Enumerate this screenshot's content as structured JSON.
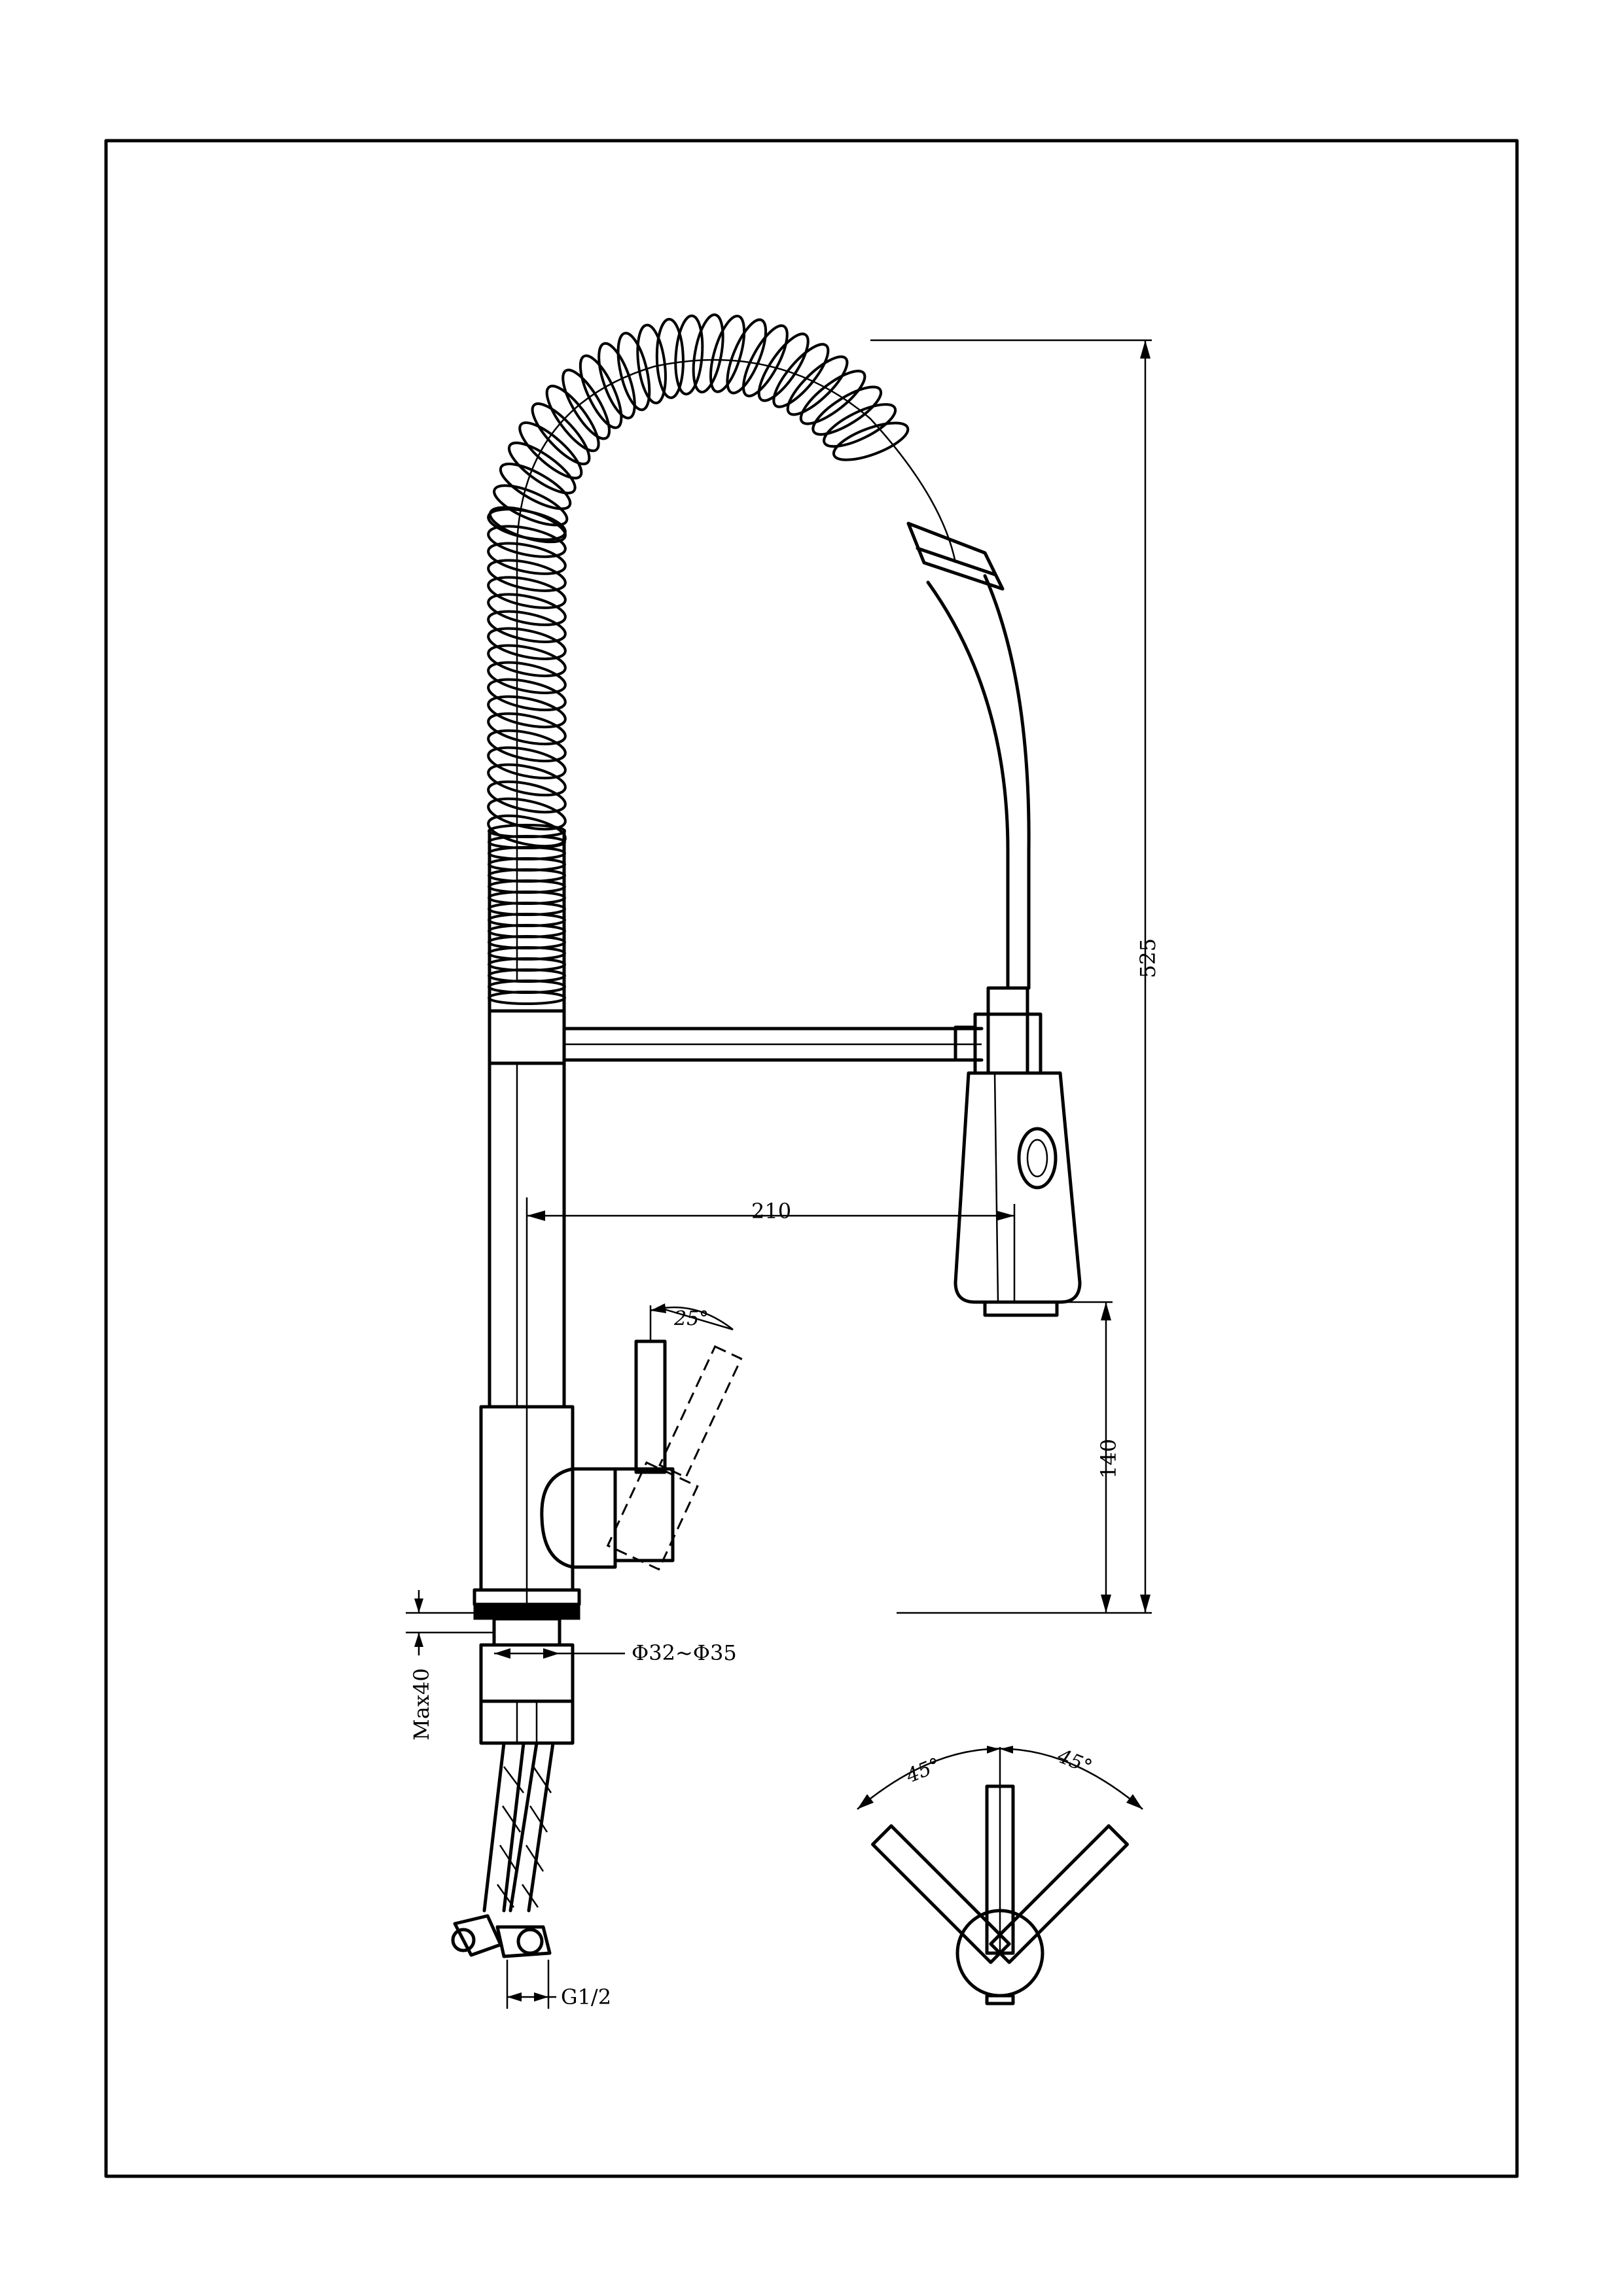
{
  "dimensions": {
    "height_total": "525",
    "reach": "210",
    "spout_clearance": "140",
    "hole_diameter": "Φ32~Φ35",
    "max_deck_thickness": "Max40",
    "connection": "G1/2",
    "lever_tilt": "25°",
    "swing_left": "45°",
    "swing_right": "45°"
  }
}
